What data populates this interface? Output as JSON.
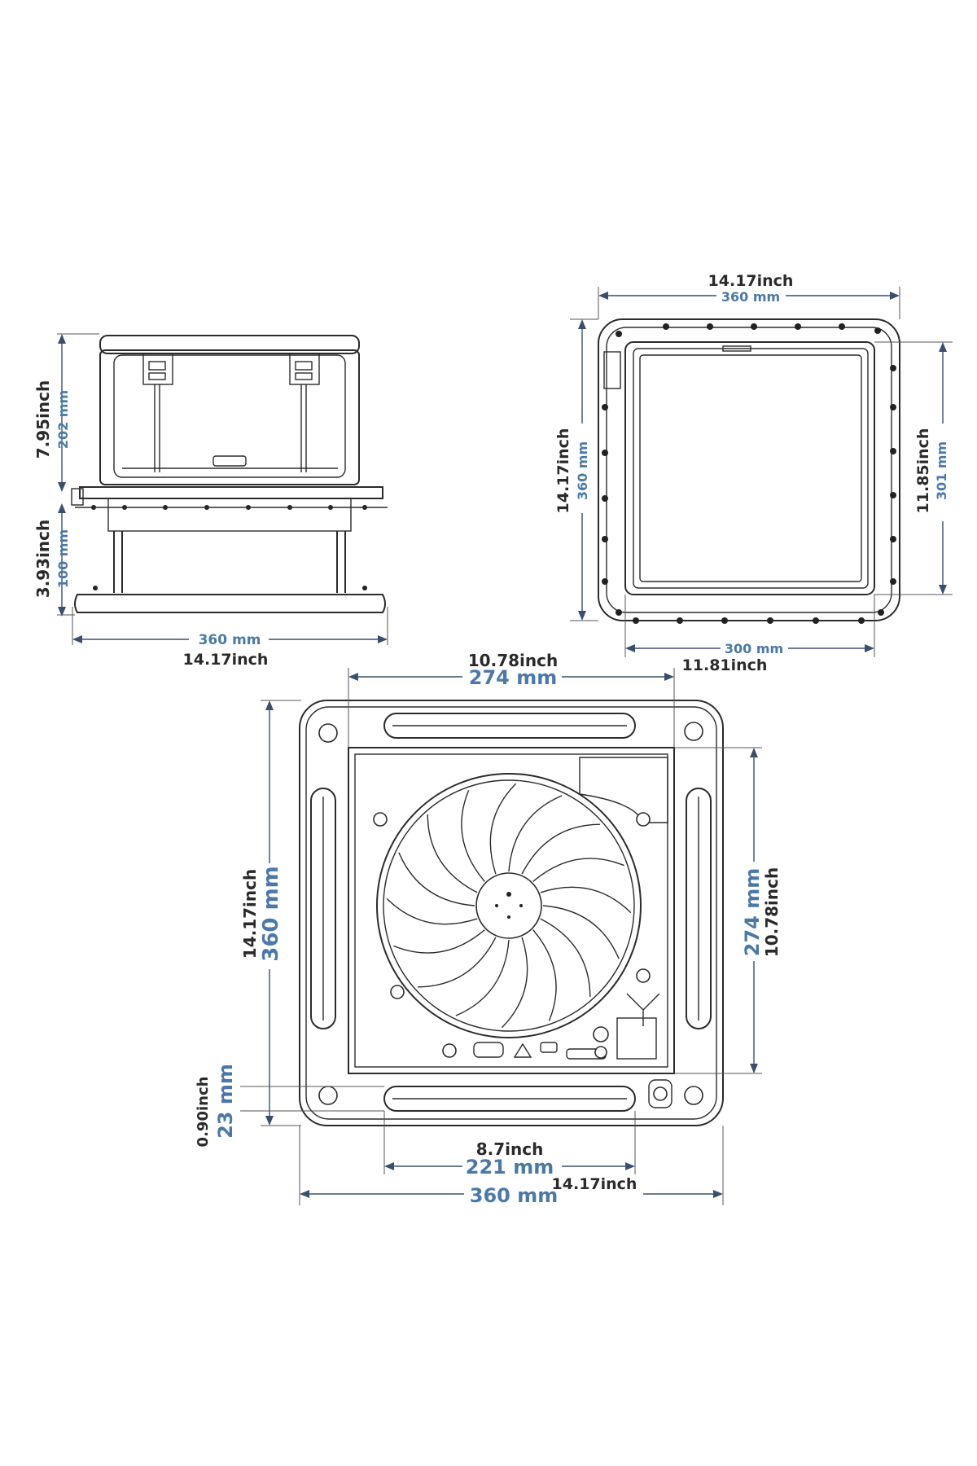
{
  "side_view": {
    "height_top_inch": "7.95inch",
    "height_top_mm": "202 mm",
    "height_bottom_inch": "3.93inch",
    "height_bottom_mm": "100 mm",
    "width_mm": "360 mm",
    "width_inch": "14.17inch"
  },
  "top_view": {
    "width_inch": "14.17inch",
    "width_mm": "360 mm",
    "height_inch": "14.17inch",
    "height_mm": "360 mm",
    "inner_height_inch": "11.85inch",
    "inner_height_mm": "301 mm",
    "inner_width_mm": "300 mm",
    "inner_width_inch": "11.81inch"
  },
  "bottom_view": {
    "opening_width_inch": "10.78inch",
    "opening_width_mm": "274 mm",
    "height_inch": "14.17inch",
    "height_mm": "360 mm",
    "opening_height_mm": "274 mm",
    "opening_height_inch": "10.78inch",
    "margin_inch": "0.90inch",
    "margin_mm": "23 mm",
    "vent_width_inch": "8.7inch",
    "vent_width_mm": "221 mm",
    "width_mm": "360 mm",
    "width_inch": "14.17inch"
  },
  "colors": {
    "line": "#2b2b2b",
    "dimension": "#3a4f6e",
    "label_blue": "#4a79a9",
    "label_black": "#2a2a2a"
  }
}
